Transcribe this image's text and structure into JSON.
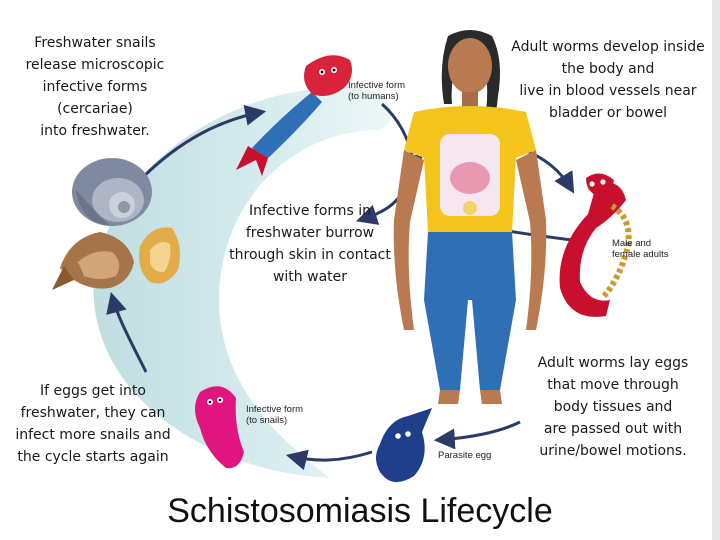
{
  "title": "Schistosomiasis Lifecycle",
  "stages": {
    "snail_release": "Freshwater snails\nrelease microscopic\ninfective forms\n(cercariae)\ninto freshwater.",
    "adult_worms": "Adult worms develop inside\nthe body and\nlive in blood vessels near\nbladder or bowel",
    "burrow": "Infective forms in\nfreshwater burrow\nthrough skin in contact\nwith water",
    "eggs_passed": "Adult worms lay eggs\nthat move through\nbody tissues and\nare passed out with\nurine/bowel motions.",
    "eggs_water": "If eggs get into\nfreshwater, they can\ninfect more snails and\nthe cycle starts again"
  },
  "labels": {
    "infective_humans": "Infective form\n(to humans)",
    "adults": "Male and\nfemale adults",
    "infective_snails": "Infective form\n(to snails)",
    "parasite_egg": "Parasite egg"
  },
  "colors": {
    "cycle_band": "#c9e3e5",
    "arrow": "#2b3a66",
    "cercaria_head": "#d9233b",
    "cercaria_body": "#2f6fb5",
    "adult_worm": "#c8102e",
    "miracidium": "#e0157f",
    "egg": "#1f3f8a",
    "shirt": "#f2c41c",
    "pants": "#2f6fb5"
  }
}
